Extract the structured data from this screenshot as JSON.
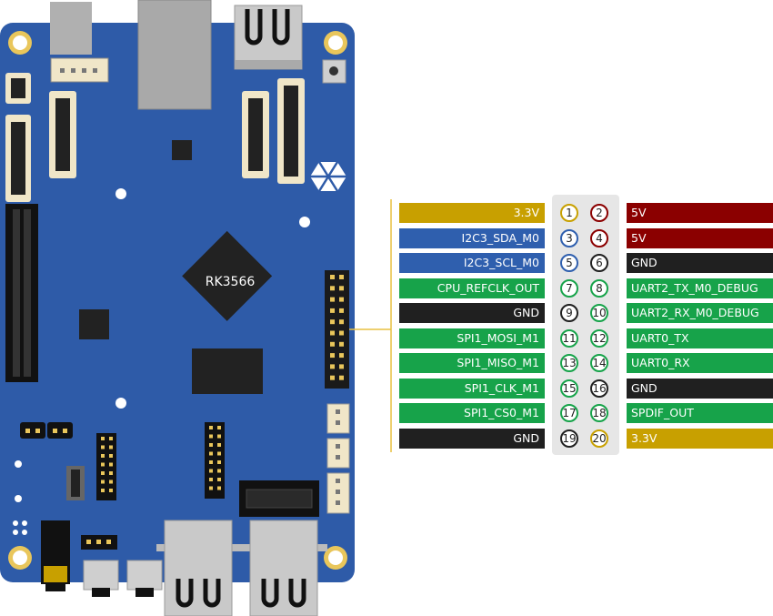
{
  "board": {
    "soc_label": "RK3566"
  },
  "colors": {
    "board": "#2e5ba8",
    "power_3v3": "#c8a000",
    "power_5v": "#8b0000",
    "ground": "#202020",
    "i2c": "#2f5fae",
    "gpio": "#17a34a"
  },
  "pinout": {
    "left": [
      {
        "pin": "1",
        "label": "3.3V",
        "color": "#c8a000"
      },
      {
        "pin": "3",
        "label": "I2C3_SDA_M0",
        "color": "#2f5fae"
      },
      {
        "pin": "5",
        "label": "I2C3_SCL_M0",
        "color": "#2f5fae"
      },
      {
        "pin": "7",
        "label": "CPU_REFCLK_OUT",
        "color": "#17a34a"
      },
      {
        "pin": "9",
        "label": "GND",
        "color": "#202020"
      },
      {
        "pin": "11",
        "label": "SPI1_MOSI_M1",
        "color": "#17a34a"
      },
      {
        "pin": "13",
        "label": "SPI1_MISO_M1",
        "color": "#17a34a"
      },
      {
        "pin": "15",
        "label": "SPI1_CLK_M1",
        "color": "#17a34a"
      },
      {
        "pin": "17",
        "label": "SPI1_CS0_M1",
        "color": "#17a34a"
      },
      {
        "pin": "19",
        "label": "GND",
        "color": "#202020"
      }
    ],
    "right": [
      {
        "pin": "2",
        "label": "5V",
        "color": "#8b0000"
      },
      {
        "pin": "4",
        "label": "5V",
        "color": "#8b0000"
      },
      {
        "pin": "6",
        "label": "GND",
        "color": "#202020"
      },
      {
        "pin": "8",
        "label": "UART2_TX_M0_DEBUG",
        "color": "#17a34a"
      },
      {
        "pin": "10",
        "label": "UART2_RX_M0_DEBUG",
        "color": "#17a34a"
      },
      {
        "pin": "12",
        "label": "UART0_TX",
        "color": "#17a34a"
      },
      {
        "pin": "14",
        "label": "UART0_RX",
        "color": "#17a34a"
      },
      {
        "pin": "16",
        "label": "GND",
        "color": "#202020"
      },
      {
        "pin": "18",
        "label": "SPDIF_OUT",
        "color": "#17a34a"
      },
      {
        "pin": "20",
        "label": "3.3V",
        "color": "#c8a000"
      }
    ]
  }
}
